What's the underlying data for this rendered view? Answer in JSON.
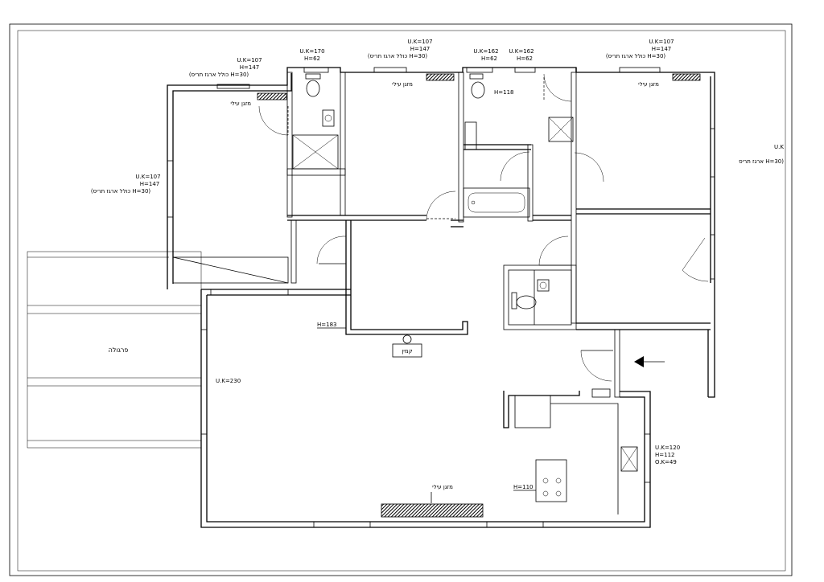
{
  "labels": {
    "pergola": "פרגולה",
    "fireplace": "קמין",
    "ac_unit": "מזגן עילי",
    "h183": "H=183",
    "h118": "H=118",
    "h110": "H=110",
    "uk230": "U.K=230",
    "kitchen_window": {
      "l1": "U.K=120",
      "l2": "H=112",
      "l3": "O.K=49"
    },
    "window_107": {
      "l1": "U.K=107",
      "l2": "H=147",
      "l3": "(כולל ארגז תריס H=30)"
    },
    "window_170": {
      "l1": "U.K=170",
      "l2": "H=62"
    },
    "window_162": {
      "l1": "U.K=162",
      "l2": "H=62"
    },
    "right_cut": {
      "l1": "U.K",
      "l2": "ארגז תריס H=30)"
    }
  },
  "colors": {
    "line": "#000000",
    "background": "#ffffff",
    "hatch": "#000000"
  },
  "icons": [
    "toilet-icon",
    "sink-icon",
    "shower-icon",
    "bathtub-icon",
    "stove-icon",
    "entrance-arrow-icon",
    "fireplace-icon"
  ]
}
